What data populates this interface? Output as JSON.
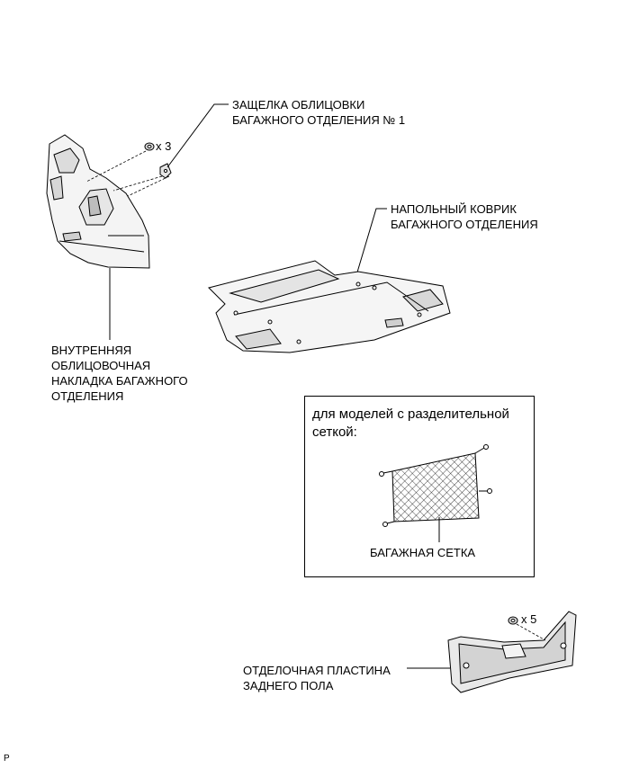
{
  "labels": {
    "latch": {
      "line1": "ЗАЩЕЛКА ОБЛИЦОВКИ",
      "line2": "БАГАЖНОГО ОТДЕЛЕНИЯ № 1"
    },
    "clip_qty_1": "x 3",
    "floor_mat": {
      "line1": "НАПОЛЬНЫЙ КОВРИК",
      "line2": "БАГАЖНОГО ОТДЕЛЕНИЯ"
    },
    "inner_trim": {
      "line1": "ВНУТРЕННЯЯ",
      "line2": "ОБЛИЦОВОЧНАЯ",
      "line3": "НАКЛАДКА БАГАЖНОГО",
      "line4": "ОТДЕЛЕНИЯ"
    },
    "net_box": {
      "title_line1": "для моделей с разделительной",
      "title_line2": "сеткой:",
      "net_label": "БАГАЖНАЯ СЕТКА"
    },
    "clip_qty_2": "x 5",
    "rear_plate": {
      "line1": "ОТДЕЛОЧНАЯ ПЛАСТИНА",
      "line2": "ЗАДНЕГО ПОЛА"
    },
    "corner_mark": "P"
  }
}
